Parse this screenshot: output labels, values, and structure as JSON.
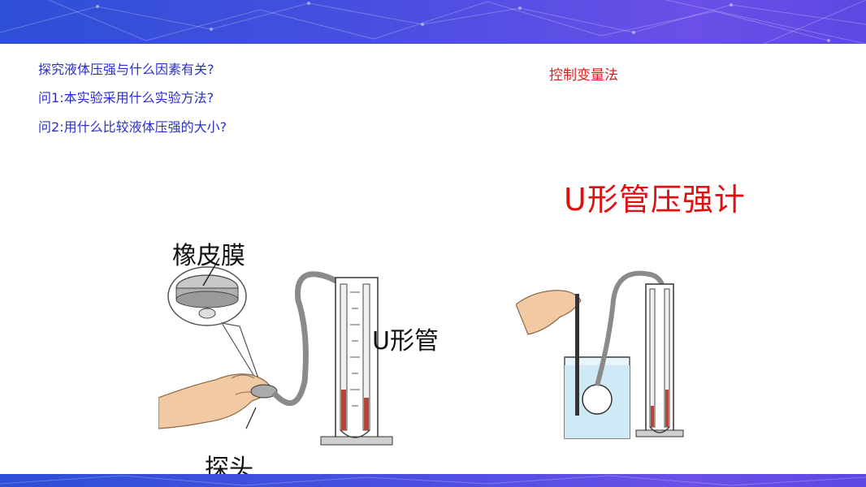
{
  "questions": {
    "q0": "探究液体压强与什么因素有关?",
    "q1": "问1:本实验采用什么实验方法?",
    "q2": "问2:用什么比较液体压强的大小?"
  },
  "answer": "控制变量法",
  "title": "U形管压强计",
  "figure_labels": {
    "membrane": "橡皮膜",
    "utube": "U形管",
    "probe": "探头"
  },
  "colors": {
    "banner": "#4a4fe0",
    "question_text": "#2b2fc8",
    "answer_text": "#e01e1e",
    "liquid": "#b3453a"
  }
}
